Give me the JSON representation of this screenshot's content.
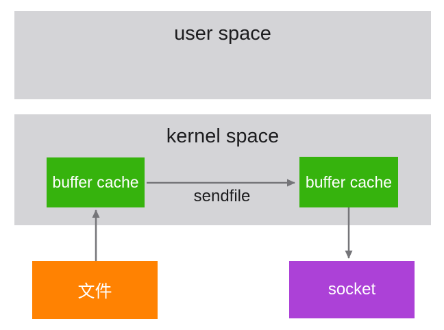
{
  "regions": {
    "user_space": {
      "label": "user space"
    },
    "kernel_space": {
      "label": "kernel space"
    }
  },
  "nodes": {
    "buffer_cache_left": {
      "label": "buffer cache"
    },
    "buffer_cache_right": {
      "label": "buffer cache"
    },
    "file": {
      "label": "文件"
    },
    "socket": {
      "label": "socket"
    }
  },
  "edges": {
    "sendfile": {
      "label": "sendfile"
    }
  },
  "colors": {
    "region_bg": "#d4d4d7",
    "green": "#36b30d",
    "orange": "#ff8202",
    "purple": "#ac41d7",
    "arrow": "#757579",
    "ink": "#1c1c1e",
    "label_on_dark": "#ffffff",
    "page_bg": "#ffffff"
  }
}
